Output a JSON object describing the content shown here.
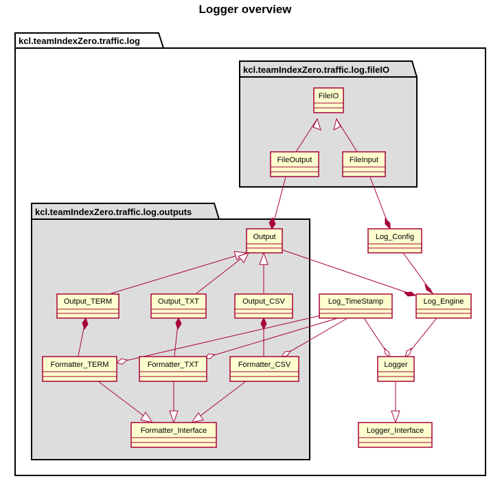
{
  "title": "Logger overview",
  "colors": {
    "class_fill": "#FEFECE",
    "class_border": "#A80036",
    "edge": "#A80036",
    "package_fill_inner": "#DDDDDD",
    "package_fill_outer": "#FFFFFF",
    "package_border": "#000000"
  },
  "packages": {
    "log": "kcl.teamIndexZero.traffic.log",
    "fileio": "kcl.teamIndexZero.traffic.log.fileIO",
    "outputs": "kcl.teamIndexZero.traffic.log.outputs"
  },
  "classes": {
    "fileio": "FileIO",
    "fileoutput": "FileOutput",
    "fileinput": "FileInput",
    "output": "Output",
    "log_config": "Log_Config",
    "output_term": "Output_TERM",
    "output_txt": "Output_TXT",
    "output_csv": "Output_CSV",
    "log_timestamp": "Log_TimeStamp",
    "log_engine": "Log_Engine",
    "formatter_term": "Formatter_TERM",
    "formatter_txt": "Formatter_TXT",
    "formatter_csv": "Formatter_CSV",
    "logger": "Logger",
    "formatter_interface": "Formatter_Interface",
    "logger_interface": "Logger_Interface"
  },
  "relations": [
    {
      "from": "fileoutput",
      "to": "fileio",
      "type": "inheritance"
    },
    {
      "from": "fileinput",
      "to": "fileio",
      "type": "inheritance"
    },
    {
      "from": "fileoutput",
      "to": "output",
      "type": "composition"
    },
    {
      "from": "fileinput",
      "to": "log_config",
      "type": "composition"
    },
    {
      "from": "output_term",
      "to": "output",
      "type": "inheritance"
    },
    {
      "from": "output_txt",
      "to": "output",
      "type": "inheritance"
    },
    {
      "from": "output_csv",
      "to": "output",
      "type": "inheritance"
    },
    {
      "from": "output",
      "to": "log_engine",
      "type": "composition"
    },
    {
      "from": "log_config",
      "to": "log_engine",
      "type": "composition"
    },
    {
      "from": "formatter_term",
      "to": "output_term",
      "type": "composition"
    },
    {
      "from": "formatter_txt",
      "to": "output_txt",
      "type": "composition"
    },
    {
      "from": "formatter_csv",
      "to": "output_csv",
      "type": "composition"
    },
    {
      "from": "log_timestamp",
      "to": "formatter_term",
      "type": "aggregation"
    },
    {
      "from": "log_timestamp",
      "to": "formatter_txt",
      "type": "aggregation"
    },
    {
      "from": "log_timestamp",
      "to": "formatter_csv",
      "type": "aggregation"
    },
    {
      "from": "log_timestamp",
      "to": "logger",
      "type": "aggregation"
    },
    {
      "from": "log_engine",
      "to": "logger",
      "type": "aggregation"
    },
    {
      "from": "formatter_term",
      "to": "formatter_interface",
      "type": "inheritance"
    },
    {
      "from": "formatter_txt",
      "to": "formatter_interface",
      "type": "inheritance"
    },
    {
      "from": "formatter_csv",
      "to": "formatter_interface",
      "type": "inheritance"
    },
    {
      "from": "logger",
      "to": "logger_interface",
      "type": "inheritance"
    }
  ]
}
